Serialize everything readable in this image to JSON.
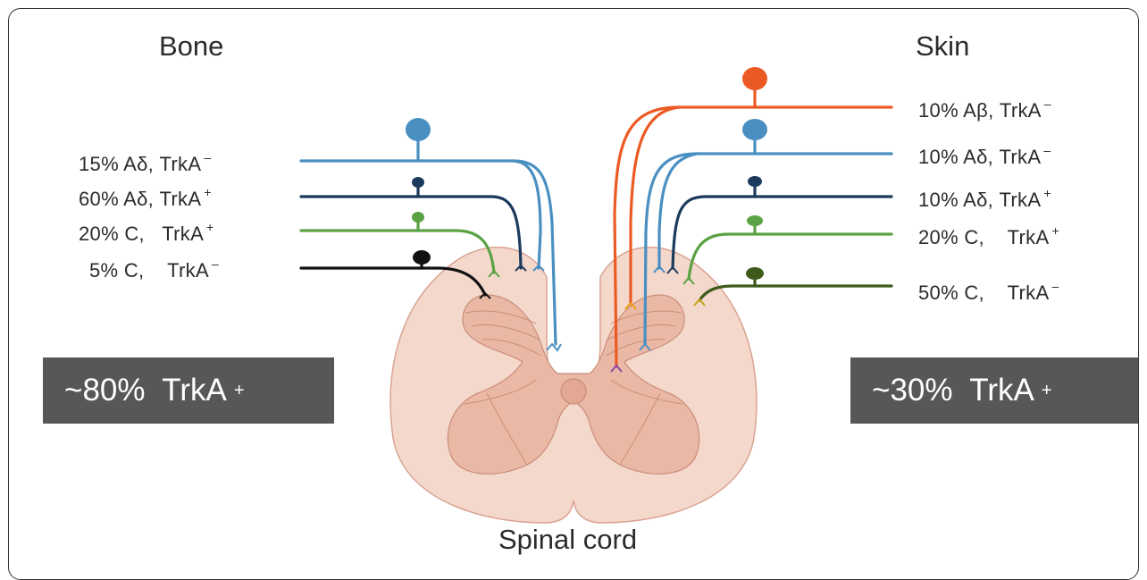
{
  "headings": {
    "bone": "Bone",
    "skin": "Skin",
    "cord": "Spinal cord"
  },
  "bone_fibers": [
    {
      "percent": "15%",
      "type": "Aδ,",
      "marker": "TrkA",
      "sign": "–",
      "color": "#4a8fc2"
    },
    {
      "percent": "60%",
      "type": "Aδ,",
      "marker": "TrkA",
      "sign": "+",
      "color": "#1b3a5c"
    },
    {
      "percent": "20%",
      "type": "C,",
      "marker": "TrkA",
      "sign": "+",
      "color": "#5aa243"
    },
    {
      "percent": "5%",
      "type": "C,",
      "marker": "TrkA",
      "sign": "–",
      "color": "#111111"
    }
  ],
  "skin_fibers": [
    {
      "percent": "10%",
      "type": "Aβ,",
      "marker": "TrkA",
      "sign": "–",
      "color": "#ec5a24"
    },
    {
      "percent": "10%",
      "type": "Aδ,",
      "marker": "TrkA",
      "sign": "–",
      "color": "#4a8fc2"
    },
    {
      "percent": "10%",
      "type": "Aδ,",
      "marker": "TrkA",
      "sign": "+",
      "color": "#1b3a5c"
    },
    {
      "percent": "20%",
      "type": "C,",
      "marker": "TrkA",
      "sign": "+",
      "color": "#5aa243"
    },
    {
      "percent": "50%",
      "type": "C,",
      "marker": "TrkA",
      "sign": "–",
      "color": "#3d5a1a"
    }
  ],
  "summaries": {
    "bone": {
      "text": "~80%  TrkA",
      "sign": "+"
    },
    "skin": {
      "text": "~30%  TrkA",
      "sign": "+"
    }
  },
  "colors": {
    "cord_fill": "#f5d8cc",
    "grey_matter": "#eab9a6",
    "summary_box": "#555759"
  }
}
